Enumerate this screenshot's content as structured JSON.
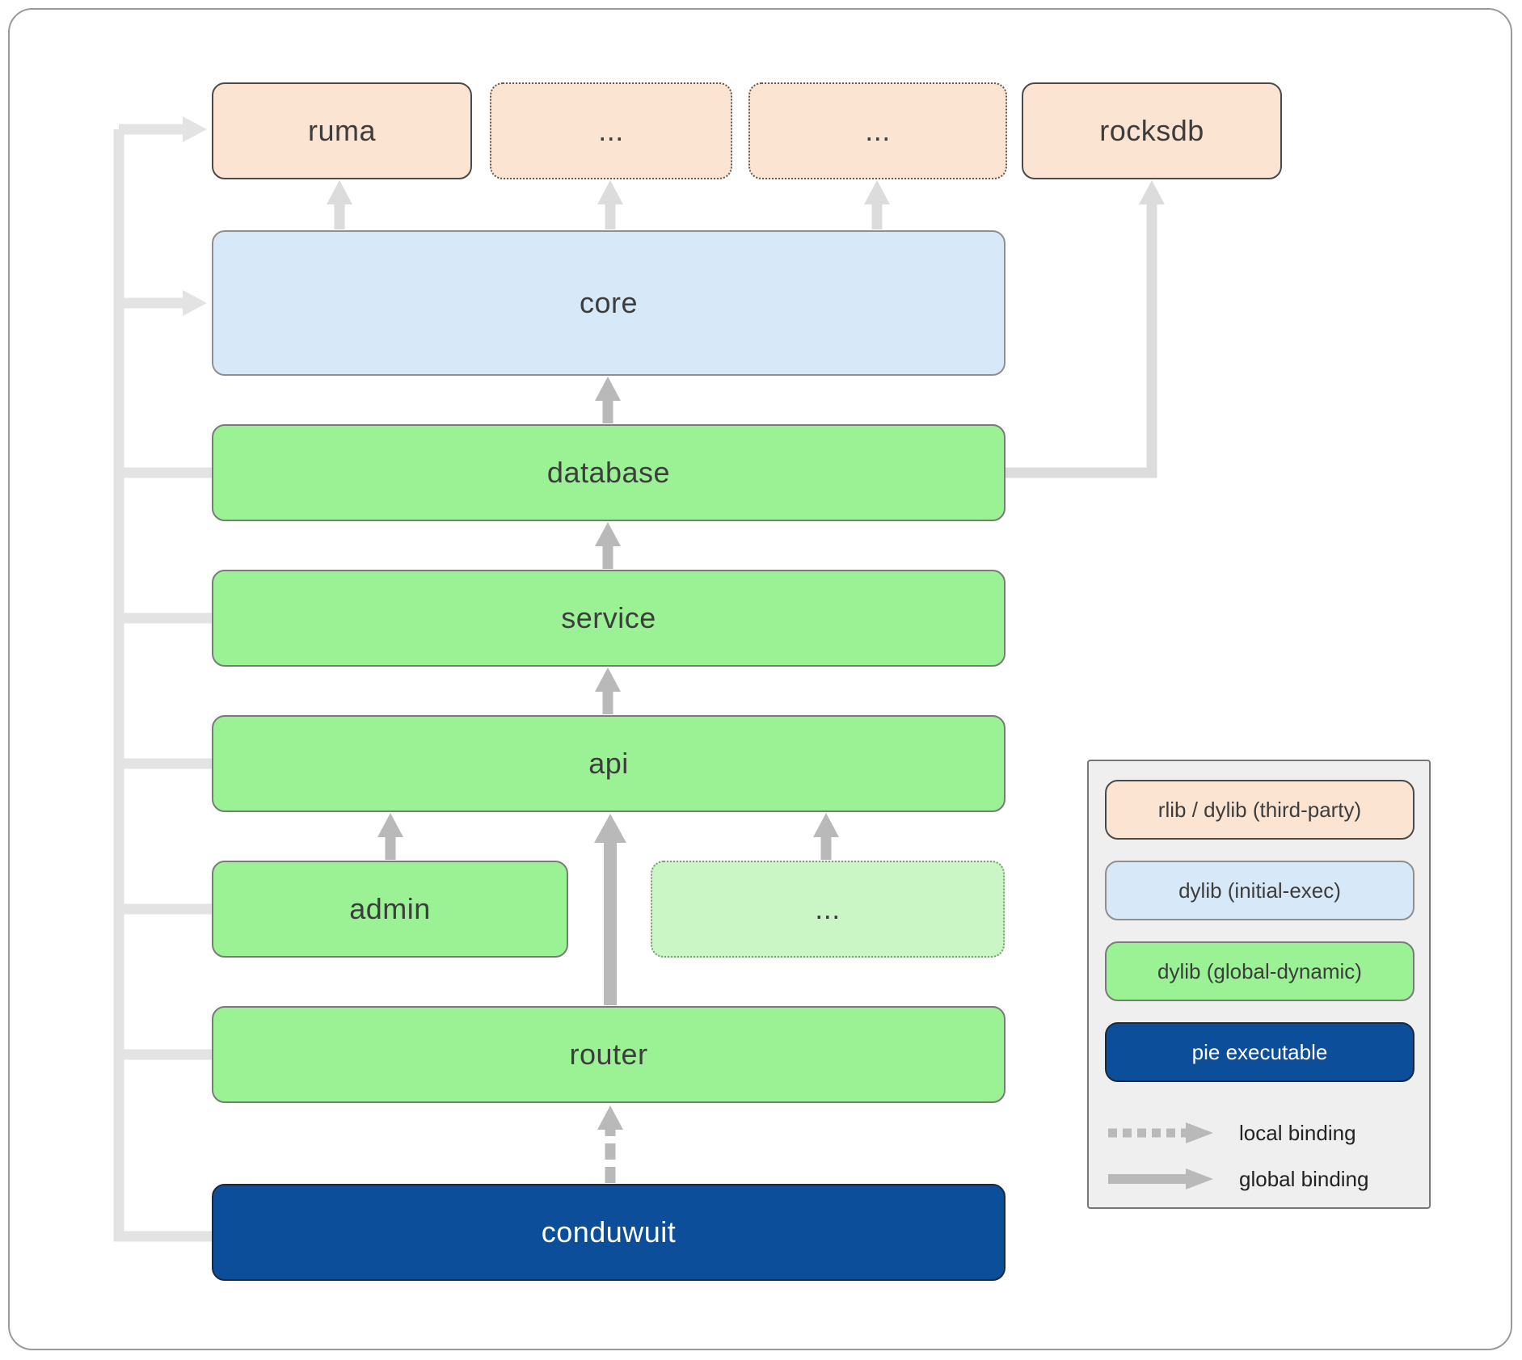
{
  "nodes": {
    "ruma": "ruma",
    "dots_top_1": "...",
    "dots_top_2": "...",
    "rocksdb": "rocksdb",
    "core": "core",
    "database": "database",
    "service": "service",
    "api": "api",
    "admin": "admin",
    "dots_mid": "...",
    "router": "router",
    "conduwuit": "conduwuit"
  },
  "legend": {
    "items": [
      {
        "label": "rlib / dylib (third-party)",
        "color": "#fce4d2"
      },
      {
        "label": "dylib (initial-exec)",
        "color": "#d7e8f9"
      },
      {
        "label": "dylib (global-dynamic)",
        "color": "#9af295"
      },
      {
        "label": "pie executable",
        "color": "#0d4e9b"
      }
    ],
    "local_binding": "local binding",
    "global_binding": "global binding"
  },
  "colors": {
    "arrow_medium_gray": "#b9b9b9",
    "arrow_light_gray": "#dcdcdc",
    "arrow_faint_gray": "#e3e3e3",
    "frame_border": "#9a9a9a"
  }
}
